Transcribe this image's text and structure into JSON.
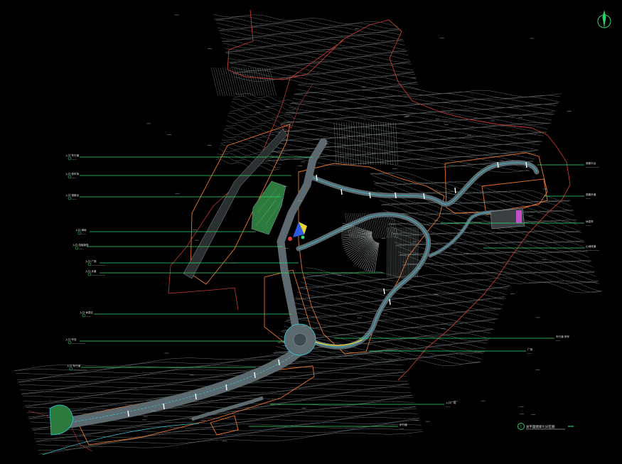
{
  "drawing": {
    "background": "#000000",
    "colors": {
      "contour": "#7f8a8c",
      "boundary_red": "#c23a32",
      "zone_orange": "#e8742c",
      "road_fill": "#5c6a70",
      "road_edge_cyan": "#36c6d6",
      "leader_green": "#35d86a",
      "plaza_green": "#2c7a3e",
      "accent_yellow": "#e6d23a",
      "accent_blue": "#2b5be0",
      "accent_magenta": "#c44ccf",
      "north_arrow": "#2fd06a"
    },
    "icons": {
      "north": "north-arrow-icon",
      "title_marker": "circle-bullet-icon"
    }
  },
  "callouts": {
    "left": [
      {
        "title": "入口·车行道",
        "sub": "——"
      },
      {
        "title": "入口·停车场",
        "sub": "——"
      },
      {
        "title": "入口·观景台",
        "sub": "——"
      },
      {
        "title": "入口·绿地",
        "sub": "——"
      },
      {
        "title": "入口·游客服务",
        "sub": "——"
      },
      {
        "title": "入口·广场",
        "sub": "——————"
      },
      {
        "title": "入口·步道",
        "sub": "——————"
      },
      {
        "title": "入口·休息区",
        "sub": "——"
      },
      {
        "title": "入口·环岛",
        "sub": "——————"
      },
      {
        "title": "入口·车行道",
        "sub": "——————"
      }
    ],
    "right": [
      {
        "title": "观景平台",
        "sub": "——————"
      },
      {
        "title": "观景步道",
        "sub": "——"
      },
      {
        "title": "休息亭",
        "sub": "——"
      },
      {
        "title": "山地栈道",
        "sub": "——————"
      },
      {
        "title": "车行道·停车",
        "sub": "——"
      },
      {
        "title": "广场",
        "sub": "——"
      },
      {
        "title": "入口广场",
        "sub": "——"
      },
      {
        "title": "步行道",
        "sub": "——"
      }
    ]
  },
  "title_block": {
    "title": "总平面图索引分区图"
  }
}
